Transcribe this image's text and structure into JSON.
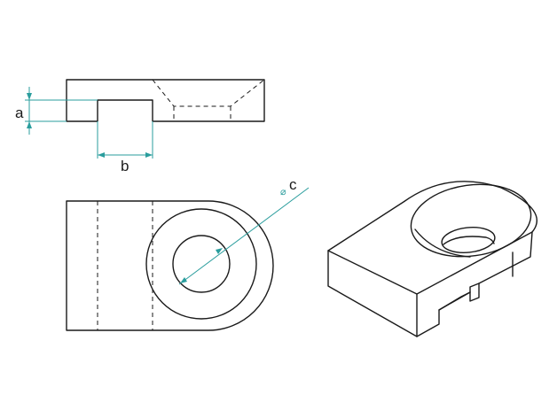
{
  "labels": {
    "a": "a",
    "b": "b",
    "c": "c",
    "diameter_symbol": "⌀"
  },
  "colors": {
    "line": "#1a1a1a",
    "dimension": "#2a9d9d",
    "background": "#ffffff"
  }
}
